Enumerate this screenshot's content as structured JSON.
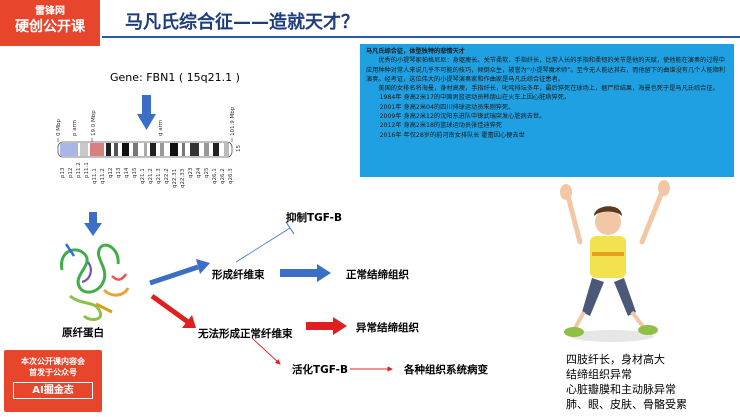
{
  "logo": {
    "line1": "雷锋网",
    "line2": "硬创公开课"
  },
  "title": "马凡氏综合征——造就天才？",
  "gene_label": "Gene: FBN1 ( 15q21.1 )",
  "chromosome": {
    "top_labels": [
      "0 Mbp",
      "p arm",
      "19.0 Mbp",
      "q arm",
      "101.9 Mbp"
    ],
    "bands": [
      "p13",
      "p12",
      "p11.2",
      "p11.1",
      "q11.1",
      "q11.2",
      "q12",
      "q13",
      "q14",
      "q15",
      "q21.1",
      "q21.2",
      "q21.3",
      "q22.2",
      "q22.31",
      "q22.33",
      "q23",
      "q24",
      "q25",
      "q26.1",
      "q26.2",
      "q26.3"
    ],
    "end_number": "15"
  },
  "text_box": {
    "heading": "马凡氏综合征，体型独特的悲情天才",
    "paragraph1": "优秀的小提琴家帕格尼尼：身躯瘦长、关节柔软、手指纤长，比常人长的手指和柔韧的关节是他的天赋，使他能在演奏的过程中应用种种对常人来说几乎不可能的技巧，倾倒众生，被誉为“小提琴魔术师”。至今无人能达其右，而他留下的曲谱没有几个人能顺利演奏。经考证，这位伟大的小提琴演奏家和作曲家是马凡氏综合征患者。",
    "paragraph2": "美国的女排名将海曼，身材高瘦，手指纤长，叱咤排坛多年，最后猝死在球场上，据尸检结果，海曼也死于是马凡氏综合征。",
    "events": [
      "1984年 身高2米17的中国男篮运动员韩朋山在火车上因心脏病猝死。",
      "2001年 身高2米04的四川排球运动员朱刚猝死。",
      "2009年 身高2米12的沈阳东进队中锋武瑞突发心脏病去世。",
      "2012年 身高2米18的篮球运动员张佳迪猝死",
      "2016年 年仅28岁的前河南女排队长 霍蕾因心梗去世"
    ]
  },
  "diagram": {
    "protein_label": "原纤蛋白",
    "suppress_tgfb": "抑制TGF-B",
    "forms_fibers": "形成纤维束",
    "normal_tissue": "正常结缔组织",
    "no_fibers": "无法形成正常纤维束",
    "abnormal_tissue": "异常结缔组织",
    "activate_tgfb": "活化TGF-B",
    "system_lesions": "各种组织系统病变"
  },
  "promo": {
    "line1": "本次公开课内容会",
    "line2": "首发于公众号",
    "line3": "AI掘金志"
  },
  "symptoms": [
    "四肢纤长，身材高大",
    "结缔组织异常",
    "心脏瓣膜和主动脉异常",
    "肺、眼、皮肤、骨骼受累"
  ],
  "colors": {
    "accent_red": "#e8452d",
    "title_blue": "#1f3d7a",
    "text_box_bg": "#1ea0e2",
    "arrow_blue": "#3b6fc7",
    "arrow_red": "#e02020"
  }
}
